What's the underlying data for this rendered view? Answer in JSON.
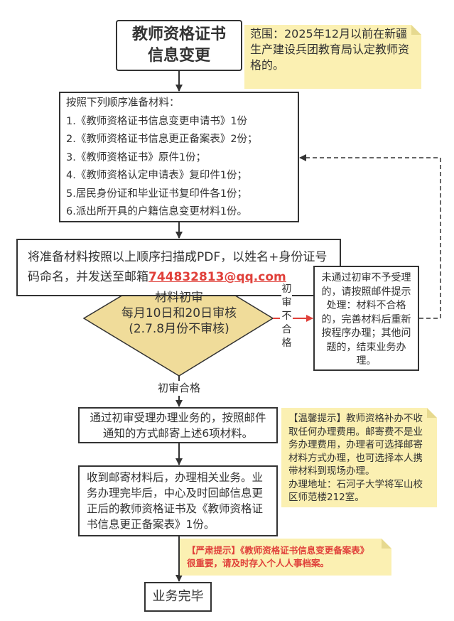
{
  "title": {
    "line1": "教师资格证书",
    "line2": "信息变更"
  },
  "scope_note": "范围：2025年12月以前在新疆生产建设兵团教育局认定教师资格的。",
  "materials": {
    "heading": "按照下列顺序准备材料：",
    "items": [
      "1.《教师资格证书信息变更申请书》1份",
      "2.《教师资格证书信息更正备案表》2份；",
      "3.《教师资格证书》原件1份；",
      "4.《教师资格认定申请表》复印件1份；",
      "5.居民身份证和毕业证书复印件各1份；",
      "6.派出所开具的户籍信息变更材料1份。"
    ]
  },
  "scan_step": {
    "text": "将准备材料按照以上顺序扫描成PDF，以姓名+身份证号码命名，并发送至邮箱",
    "email": "744832813@qq.com"
  },
  "review": {
    "line1": "材料初审",
    "line2": "每月10日和20日审核",
    "line3": "(2.7.8月份不审核)"
  },
  "fail_label": "初审不合格",
  "fail_box": "未通过初审不予受理的，请按照邮件提示处理：材料不合格的，完善材料后重新按程序办理；其他问题的，结束业务办理。",
  "pass_label": "初审合格",
  "mail_step": "通过初审受理办理业务的，按照邮件通知的方式邮寄上述6项材料。",
  "warm_tip": {
    "text": "【温馨提示】教师资格补办不收取任何办理费用。邮寄费不是业务办理费用，办理者可选择邮寄材料方式办理，也可选择本人携带材料到现场办理。",
    "address": "办理地址：石河子大学将军山校区师范楼212室。"
  },
  "process_step": "收到邮寄材料后，办理相关业务。业务办理完毕后，中心及时回邮信息更正后的教师资格证书及《教师资格证书信息更正备案表》1份。",
  "serious_tip": {
    "line1": "【严肃提示】《教师资格证书信息变更备案表》",
    "line2": "很重要，请及时存入个人人事档案。"
  },
  "end": "业务完毕",
  "colors": {
    "accent_red": "#e0403a",
    "note_yellow": "#fbf0b2",
    "diamond": "#f0dc9a"
  }
}
